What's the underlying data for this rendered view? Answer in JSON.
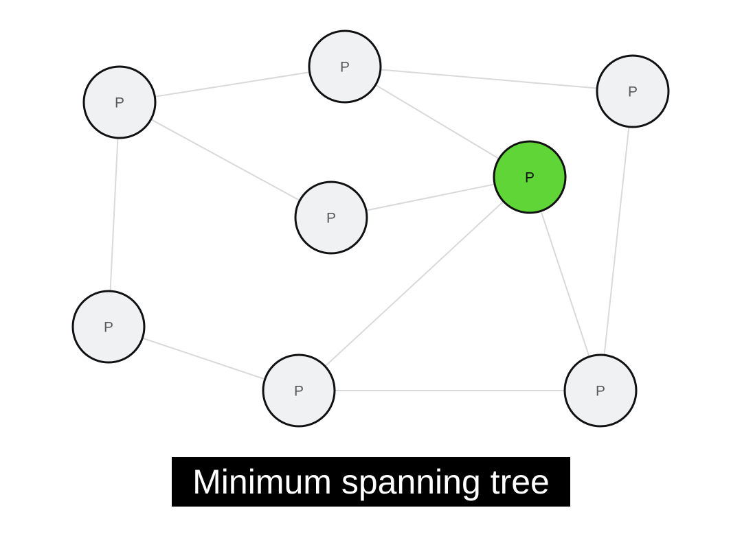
{
  "graph": {
    "nodes": [
      {
        "id": "top-left",
        "label": "P",
        "highlighted": false
      },
      {
        "id": "top-center",
        "label": "P",
        "highlighted": false
      },
      {
        "id": "top-right",
        "label": "P",
        "highlighted": false
      },
      {
        "id": "center",
        "label": "P",
        "highlighted": false
      },
      {
        "id": "right-middle",
        "label": "P",
        "highlighted": true
      },
      {
        "id": "bottom-left",
        "label": "P",
        "highlighted": false
      },
      {
        "id": "bottom-center",
        "label": "P",
        "highlighted": false
      },
      {
        "id": "bottom-right",
        "label": "P",
        "highlighted": false
      }
    ],
    "edges": [
      [
        "top-left",
        "top-center"
      ],
      [
        "top-left",
        "center"
      ],
      [
        "top-left",
        "bottom-left"
      ],
      [
        "top-center",
        "top-right"
      ],
      [
        "top-center",
        "right-middle"
      ],
      [
        "center",
        "right-middle"
      ],
      [
        "right-middle",
        "bottom-center"
      ],
      [
        "right-middle",
        "bottom-right"
      ],
      [
        "top-right",
        "bottom-right"
      ],
      [
        "bottom-left",
        "bottom-center"
      ],
      [
        "bottom-center",
        "bottom-right"
      ]
    ]
  },
  "colors": {
    "node_fill": "#eff1f2",
    "node_fill_highlighted": "#5fd538",
    "node_stroke": "#111111",
    "edge": "#d9d9d9",
    "label": "#5a5a5a",
    "label_highlighted": "#111111",
    "caption_bg": "#000000",
    "caption_text": "#ffffff"
  },
  "caption": "Minimum spanning tree"
}
